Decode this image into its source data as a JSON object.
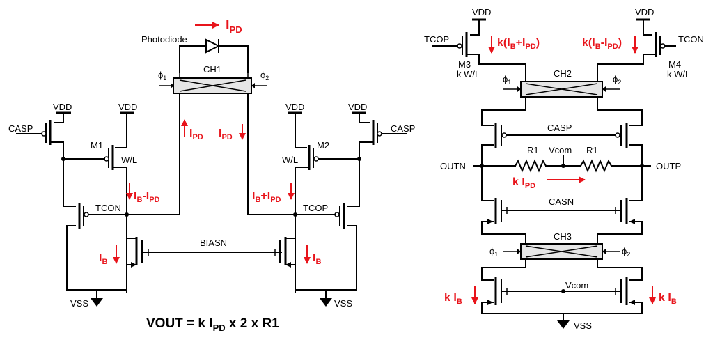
{
  "labels": {
    "vdd": "VDD",
    "vss": "VSS",
    "casp": "CASP",
    "casn": "CASN",
    "tcon": "TCON",
    "tcop": "TCOP",
    "biasn": "BIASN",
    "vcom": "Vcom",
    "outn": "OUTN",
    "outp": "OUTP",
    "photodiode": "Photodiode",
    "ch1": "CH1",
    "ch2": "CH2",
    "ch3": "CH3",
    "m1": "M1",
    "m2": "M2",
    "m3": "M3",
    "m4": "M4",
    "wl": "W/L",
    "kwl": "k W/L",
    "r1": "R1",
    "phi": "ϕ",
    "phi1_sub": "1",
    "phi2_sub": "2"
  },
  "currents": {
    "i": "I",
    "pd": "PD",
    "b": "B",
    "k": "k",
    "plus": "+",
    "minus": "-"
  },
  "equation": {
    "lhs": "VOUT = k I",
    "sub": "PD",
    "rhs": " x 2 x R1"
  },
  "colors": {
    "accent": "#e8141b",
    "ink": "#000000"
  }
}
